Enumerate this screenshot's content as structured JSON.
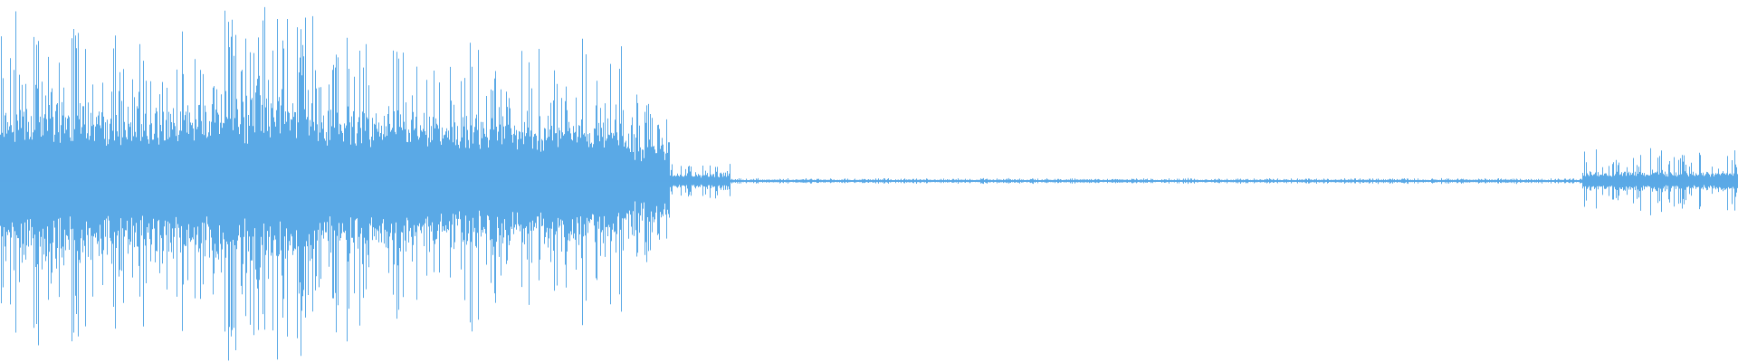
{
  "waveform": {
    "color": "#5aa9e6",
    "segments": [
      {
        "start": 0.0,
        "end": 0.06,
        "amp_center": 0.42,
        "amp_peak": 0.88
      },
      {
        "start": 0.06,
        "end": 0.12,
        "amp_center": 0.4,
        "amp_peak": 0.86
      },
      {
        "start": 0.12,
        "end": 0.18,
        "amp_center": 0.45,
        "amp_peak": 0.94
      },
      {
        "start": 0.18,
        "end": 0.24,
        "amp_center": 0.38,
        "amp_peak": 0.82
      },
      {
        "start": 0.24,
        "end": 0.3,
        "amp_center": 0.36,
        "amp_peak": 0.78
      },
      {
        "start": 0.3,
        "end": 0.36,
        "amp_center": 0.34,
        "amp_peak": 0.75
      },
      {
        "start": 0.36,
        "end": 0.385,
        "amp_center": 0.22,
        "amp_peak": 0.46
      },
      {
        "start": 0.385,
        "end": 0.42,
        "amp_center": 0.04,
        "amp_peak": 0.1
      },
      {
        "start": 0.42,
        "end": 0.91,
        "amp_center": 0.008,
        "amp_peak": 0.015
      },
      {
        "start": 0.91,
        "end": 1.0,
        "amp_center": 0.05,
        "amp_peak": 0.18
      }
    ]
  }
}
